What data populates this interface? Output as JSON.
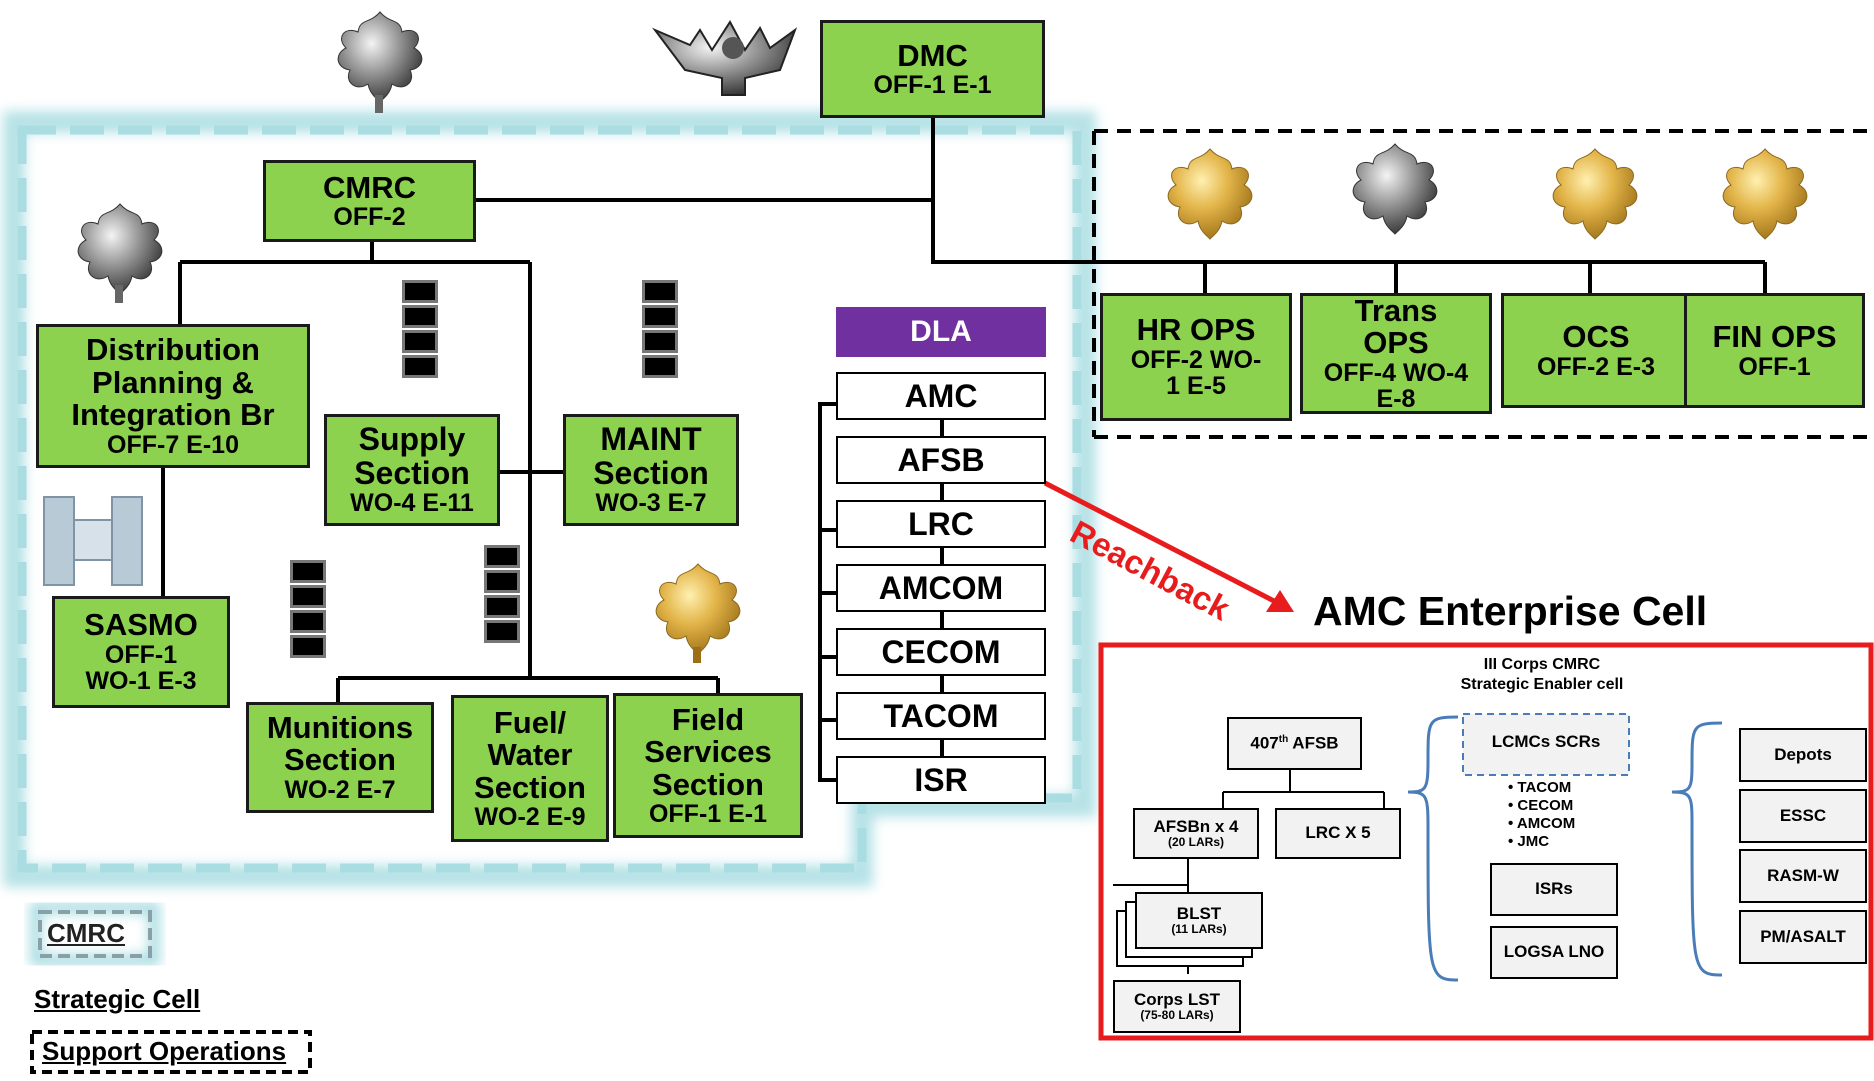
{
  "colors": {
    "box_green": "#8dd24f",
    "dla_purple": "#7030a0",
    "reachback_red": "#e81c1c",
    "cmrc_halo": "#a9dde2",
    "gold_leaf": "#d9a93a",
    "silver_leaf": "#8c8c8c"
  },
  "icons": [
    "silver-oak-leaf-icon",
    "gold-oak-leaf-icon",
    "eagle-insignia-icon",
    "captain-bars-icon",
    "warrant-officer-bars-icon"
  ],
  "dmc": {
    "title": "DMC",
    "sub": "OFF-1 E-1"
  },
  "cmrc": {
    "title": "CMRC",
    "sub": "OFF-2"
  },
  "dpib": {
    "l1": "Distribution",
    "l2": "Planning &",
    "l3": "Integration Br",
    "sub": "OFF-7 E-10"
  },
  "sasmo": {
    "title": "SASMO",
    "sub1": "OFF-1",
    "sub2": "WO-1 E-3"
  },
  "supply": {
    "l1": "Supply",
    "l2": "Section",
    "sub": "WO-4 E-11"
  },
  "maint": {
    "l1": "MAINT",
    "l2": "Section",
    "sub": "WO-3 E-7"
  },
  "munitions": {
    "l1": "Munitions",
    "l2": "Section",
    "sub": "WO-2 E-7"
  },
  "fuel": {
    "l1": "Fuel/",
    "l2": "Water",
    "l3": "Section",
    "sub": "WO-2 E-9"
  },
  "field": {
    "l1": "Field",
    "l2": "Services",
    "l3": "Section",
    "sub": "OFF-1 E-1"
  },
  "dla": "DLA",
  "enablers": [
    "AMC",
    "AFSB",
    "LRC",
    "AMCOM",
    "CECOM",
    "TACOM",
    "ISR"
  ],
  "sustops": [
    {
      "l1": "HR OPS",
      "l2": "OFF-2 WO-",
      "l3": "1 E-5"
    },
    {
      "l1": "Trans",
      "l2": "OPS",
      "l3": "OFF-4 WO-4",
      "l4": "E-8"
    },
    {
      "l1": "OCS",
      "l2": "OFF-2 E-3"
    },
    {
      "l1": "FIN OPS",
      "l2": "OFF-1"
    }
  ],
  "reachback": "Reachback",
  "enterprise": {
    "title": "AMC Enterprise Cell",
    "header1": "III Corps CMRC",
    "header2": "Strategic Enabler cell",
    "afsb_pre": "407",
    "afsb_sup": "th",
    "afsb_post": " AFSB",
    "afsbn": "AFSBn x 4",
    "afsbn_sub": "(20 LARs)",
    "lrc": "LRC X 5",
    "blst": "BLST",
    "blst_sub": "(11 LARs)",
    "corps": "Corps LST",
    "corps_sub": "(75-80 LARs)",
    "lcmc": "LCMCs SCRs",
    "lcmc_list": [
      "TACOM",
      "CECOM",
      "AMCOM",
      "JMC"
    ],
    "isrs": "ISRs",
    "logsa": "LOGSA LNO",
    "right": [
      "Depots",
      "ESSC",
      "RASM-W",
      "PM/ASALT"
    ]
  },
  "legend": {
    "cmrc": "CMRC",
    "strategic": "Strategic Cell",
    "supops": "Support Operations"
  }
}
